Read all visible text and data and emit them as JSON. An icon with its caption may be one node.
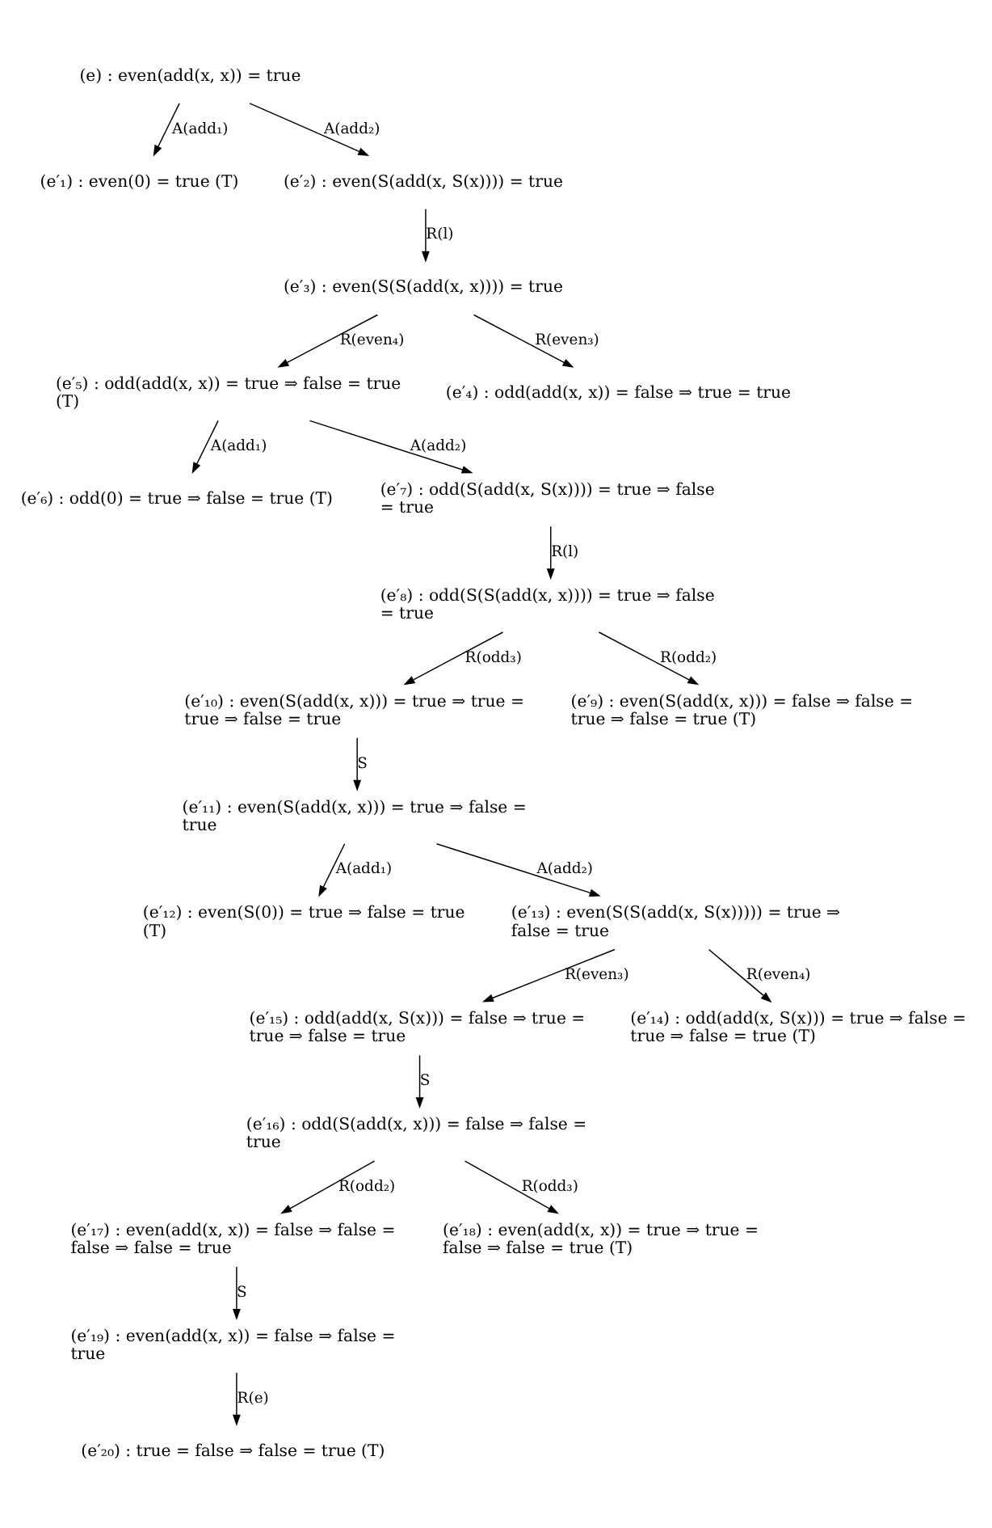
{
  "diagram": {
    "nodes": [
      {
        "text": [
          "(e) : even(add(x, x)) = true"
        ]
      },
      {
        "text": [
          "(e′₁) : even(0) = true (T)"
        ]
      },
      {
        "text": [
          "(e′₂) : even(S(add(x, S(x)))) = true"
        ]
      },
      {
        "text": [
          "(e′₃) : even(S(S(add(x, x)))) = true"
        ]
      },
      {
        "text": [
          "(e′₅) : odd(add(x, x)) = true ⇒ false = true (T)"
        ]
      },
      {
        "text": [
          "(e′₄) : odd(add(x, x)) = false ⇒ true = true"
        ]
      },
      {
        "text": [
          "(e′₆) : odd(0) = true ⇒ false = true (T)"
        ]
      },
      {
        "text": [
          "(e′₇) : odd(S(add(x, S(x)))) = true ⇒ false = true"
        ]
      },
      {
        "text": [
          "(e′₈) : odd(S(S(add(x, x)))) = true ⇒ false = true"
        ]
      },
      {
        "text": [
          "(e′₁₀) : even(S(add(x, x))) = true ⇒ true = true ⇒ false = true"
        ]
      },
      {
        "text": [
          "(e′₉) : even(S(add(x, x))) = false ⇒ false = true ⇒ false = true (T)"
        ]
      },
      {
        "text": [
          "(e′₁₁) : even(S(add(x, x))) = true ⇒ false = true"
        ]
      },
      {
        "text": [
          "(e′₁₂) : even(S(0)) = true ⇒ false = true (T)"
        ]
      },
      {
        "text": [
          "(e′₁₃) : even(S(S(add(x, S(x))))) = true ⇒ false = true"
        ]
      },
      {
        "text": [
          "(e′₁₅) : odd(add(x, S(x))) = false ⇒ true = true ⇒ false = true"
        ]
      },
      {
        "text": [
          "(e′₁₄) : odd(add(x, S(x))) = true ⇒ false = true ⇒ false = true (T)"
        ]
      },
      {
        "text": [
          "(e′₁₆) : odd(S(add(x, x))) = false ⇒ false = true"
        ]
      },
      {
        "text": [
          "(e′₁₇) : even(add(x, x)) = false ⇒ false = false ⇒ false = true"
        ]
      },
      {
        "text": [
          "(e′₁₈) : even(add(x, x)) = true ⇒ true = false ⇒ false = true (T)"
        ]
      },
      {
        "text": [
          "(e′₁₉) : even(add(x, x)) = false ⇒ false = true"
        ]
      },
      {
        "text": [
          "(e′₂₀) : true = false ⇒ false = true (T)"
        ]
      }
    ],
    "edges": [
      {
        "from": 0,
        "to": 1,
        "arrow": "to",
        "label": "A(add₁)"
      },
      {
        "from": 0,
        "to": 2,
        "arrow": "to",
        "label": "A(add₂)"
      },
      {
        "from": 2,
        "to": 3,
        "arrow": "to",
        "label": "R(l)"
      },
      {
        "from": 3,
        "to": 4,
        "arrow": "to",
        "label": "R(even₄)"
      },
      {
        "from": 3,
        "to": 5,
        "arrow": "to",
        "label": "R(even₃)"
      },
      {
        "from": 4,
        "to": 6,
        "arrow": "to",
        "label": "A(add₁)"
      },
      {
        "from": 4,
        "to": 7,
        "arrow": "to",
        "label": "A(add₂)"
      },
      {
        "from": 7,
        "to": 8,
        "arrow": "to",
        "label": "R(l)"
      },
      {
        "from": 8,
        "to": 9,
        "arrow": "to",
        "label": "R(odd₃)"
      },
      {
        "from": 8,
        "to": 10,
        "arrow": "to",
        "label": "R(odd₂)"
      },
      {
        "from": 9,
        "to": 11,
        "arrow": "to",
        "label": "S"
      },
      {
        "from": 11,
        "to": 12,
        "arrow": "to",
        "label": "A(add₁)"
      },
      {
        "from": 11,
        "to": 13,
        "arrow": "to",
        "label": "A(add₂)"
      },
      {
        "from": 13,
        "to": 14,
        "arrow": "to",
        "label": "R(even₃)"
      },
      {
        "from": 13,
        "to": 15,
        "arrow": "to",
        "label": "R(even₄)"
      },
      {
        "from": 14,
        "to": 16,
        "arrow": "to",
        "label": "S"
      },
      {
        "from": 16,
        "to": 17,
        "arrow": "to",
        "label": "R(odd₂)"
      },
      {
        "from": 16,
        "to": 18,
        "arrow": "to",
        "label": "R(odd₃)"
      },
      {
        "from": 17,
        "to": 19,
        "arrow": "to",
        "label": "S"
      },
      {
        "from": 19,
        "to": 20,
        "arrow": "to",
        "label": "R(e)"
      }
    ]
  }
}
